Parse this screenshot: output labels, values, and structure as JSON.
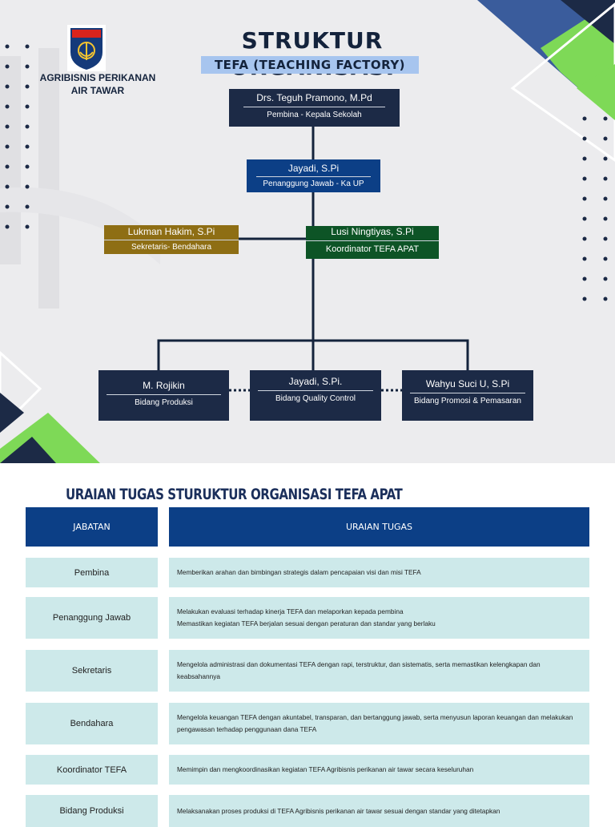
{
  "header": {
    "title": "STRUKTUR ORGANISASI",
    "subtitle": "TEFA (TEACHING FACTORY)",
    "school_line1": "AGRIBISNIS PERIKANAN",
    "school_line2": "AIR TAWAR"
  },
  "org": {
    "pembina": {
      "name": "Drs. Teguh Pramono, M.Pd",
      "role": "Pembina - Kepala Sekolah"
    },
    "penanggung": {
      "name": "Jayadi, S.Pi",
      "role": "Penanggung Jawab - Ka UP"
    },
    "sekretaris": {
      "name": "Lukman Hakim, S.Pi",
      "role": "Sekretaris- Bendahara"
    },
    "koordinator": {
      "name": "Lusi Ningtiyas, S.Pi",
      "role": "Koordinator TEFA APAT"
    },
    "produksi": {
      "name": "M. Rojikin",
      "role": "Bidang Produksi"
    },
    "quality": {
      "name": "Jayadi, S.Pi.",
      "role": "Bidang Quality Control"
    },
    "promosi": {
      "name": "Wahyu Suci U, S.Pi",
      "role": "Bidang Promosi & Pemasaran"
    }
  },
  "colors": {
    "navy": "#1c2a46",
    "blue": "#0c3f86",
    "gold": "#8e6e14",
    "green": "#0d5426",
    "accent_green": "#7ed957",
    "light_cell": "#cde9ea"
  },
  "table": {
    "heading": "URAIAN TUGAS STURUKTUR ORGANISASI TEFA APAT",
    "col1": "JABATAN",
    "col2": "URAIAN TUGAS",
    "rows": [
      {
        "jabatan": "Pembina",
        "tugas": [
          "Memberikan arahan dan bimbingan strategis dalam pencapaian visi dan misi TEFA"
        ]
      },
      {
        "jabatan": "Penanggung Jawab",
        "tugas": [
          "Melakukan evaluasi terhadap kinerja TEFA dan melaporkan kepada pembina",
          "Memastikan kegiatan TEFA berjalan sesuai dengan peraturan dan standar yang berlaku"
        ]
      },
      {
        "jabatan": "Sekretaris",
        "tugas": [
          "Mengelola administrasi dan dokumentasi TEFA dengan rapi, terstruktur, dan sistematis, serta memastikan kelengkapan dan",
          "keabsahannya"
        ]
      },
      {
        "jabatan": "Bendahara",
        "tugas": [
          "Mengelola keuangan TEFA dengan akuntabel, transparan, dan bertanggung jawab, serta menyusun laporan keuangan dan melakukan",
          "pengawasan terhadap penggunaan dana TEFA"
        ]
      },
      {
        "jabatan": "Koordinator TEFA",
        "tugas": [
          "Memimpin dan mengkoordinasikan kegiatan TEFA Agribisnis perikanan air tawar secara keseluruhan"
        ]
      },
      {
        "jabatan": "Bidang Produksi",
        "tugas": [
          "Melaksanakan proses produksi di TEFA Agribisnis perikanan air tawar sesuai dengan standar yang ditetapkan"
        ]
      }
    ]
  }
}
